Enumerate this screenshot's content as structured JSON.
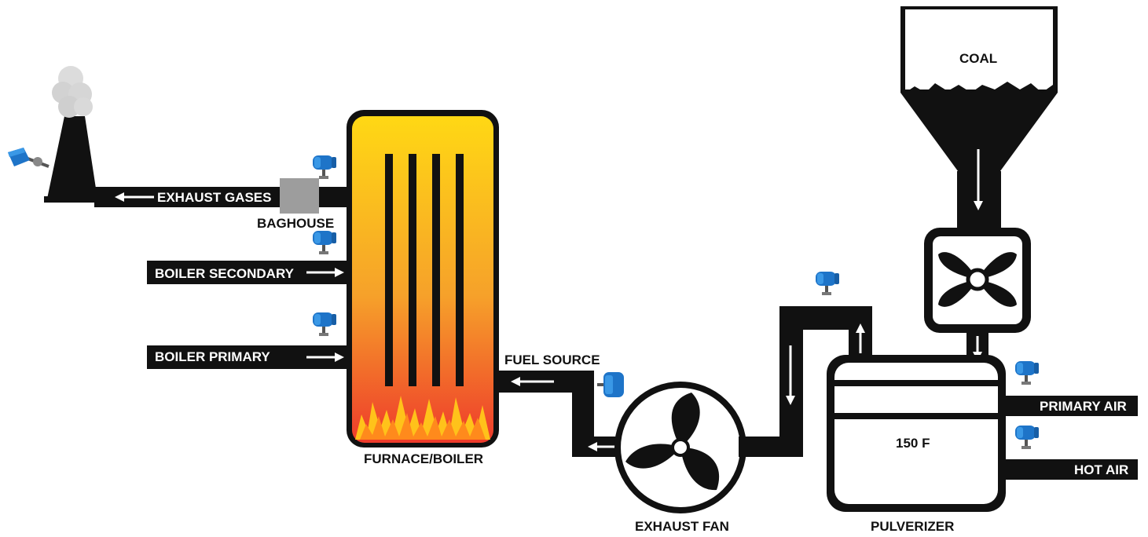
{
  "labels": {
    "coal": "COAL",
    "exhaust_gases": "EXHAUST GASES",
    "baghouse": "BAGHOUSE",
    "boiler_secondary": "BOILER SECONDARY",
    "boiler_primary": "BOILER PRIMARY",
    "fuel_source": "FUEL SOURCE",
    "furnace_boiler": "FURNACE/BOILER",
    "exhaust_fan": "EXHAUST FAN",
    "pulverizer": "PULVERIZER",
    "pulverizer_temp": "150 F",
    "primary_air": "PRIMARY AIR",
    "hot_air": "HOT AIR"
  },
  "colors": {
    "pipe": "#111111",
    "sensor_blue": "#1e74c8",
    "sensor_blue_light": "#3a98e6",
    "furnace_top": "#ffd814",
    "furnace_bottom": "#ee3b2b",
    "baghouse_gray": "#9d9d9d",
    "smoke": "#dcdcdc"
  },
  "icons": {
    "sensor": "transmitter-icon",
    "fan": "fan-icon",
    "flame": "flame-icon",
    "smoke": "smoke-icon"
  }
}
